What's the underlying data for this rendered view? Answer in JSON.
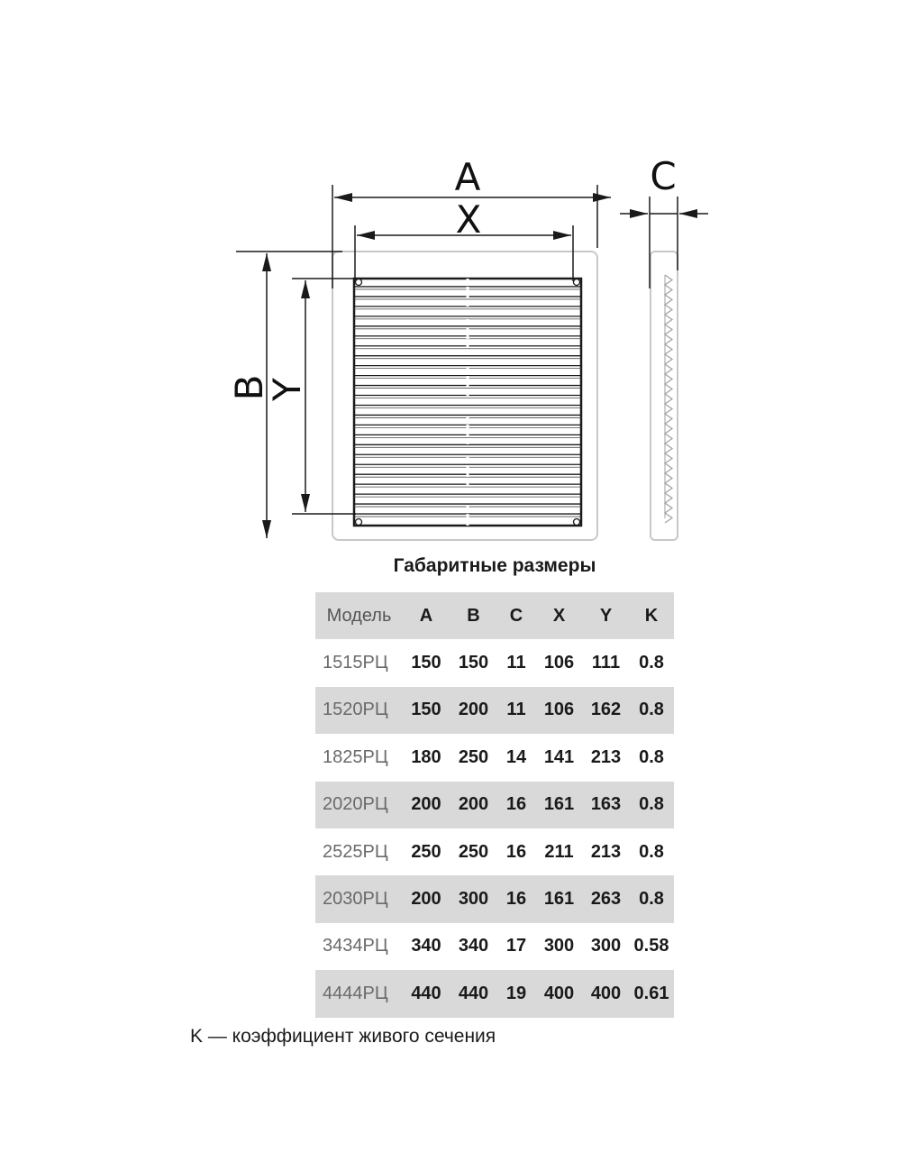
{
  "labels": {
    "A": "A",
    "X": "X",
    "B": "B",
    "Y": "Y",
    "C": "C"
  },
  "table": {
    "title": "Габаритные размеры",
    "headers": [
      "Модель",
      "A",
      "B",
      "C",
      "X",
      "Y",
      "K"
    ],
    "rows": [
      [
        "1515РЦ",
        "150",
        "150",
        "11",
        "106",
        "111",
        "0.8"
      ],
      [
        "1520РЦ",
        "150",
        "200",
        "11",
        "106",
        "162",
        "0.8"
      ],
      [
        "1825РЦ",
        "180",
        "250",
        "14",
        "141",
        "213",
        "0.8"
      ],
      [
        "2020РЦ",
        "200",
        "200",
        "16",
        "161",
        "163",
        "0.8"
      ],
      [
        "2525РЦ",
        "250",
        "250",
        "16",
        "211",
        "213",
        "0.8"
      ],
      [
        "2030РЦ",
        "200",
        "300",
        "16",
        "161",
        "263",
        "0.8"
      ],
      [
        "3434РЦ",
        "340",
        "340",
        "17",
        "300",
        "300",
        "0.58"
      ],
      [
        "4444РЦ",
        "440",
        "440",
        "19",
        "400",
        "400",
        "0.61"
      ]
    ]
  },
  "footnote": "K — коэффициент живого сечения",
  "colors": {
    "line": "#1a1a1a",
    "frame": "#c8c8c8",
    "row_shade": "#d9d9d9"
  }
}
